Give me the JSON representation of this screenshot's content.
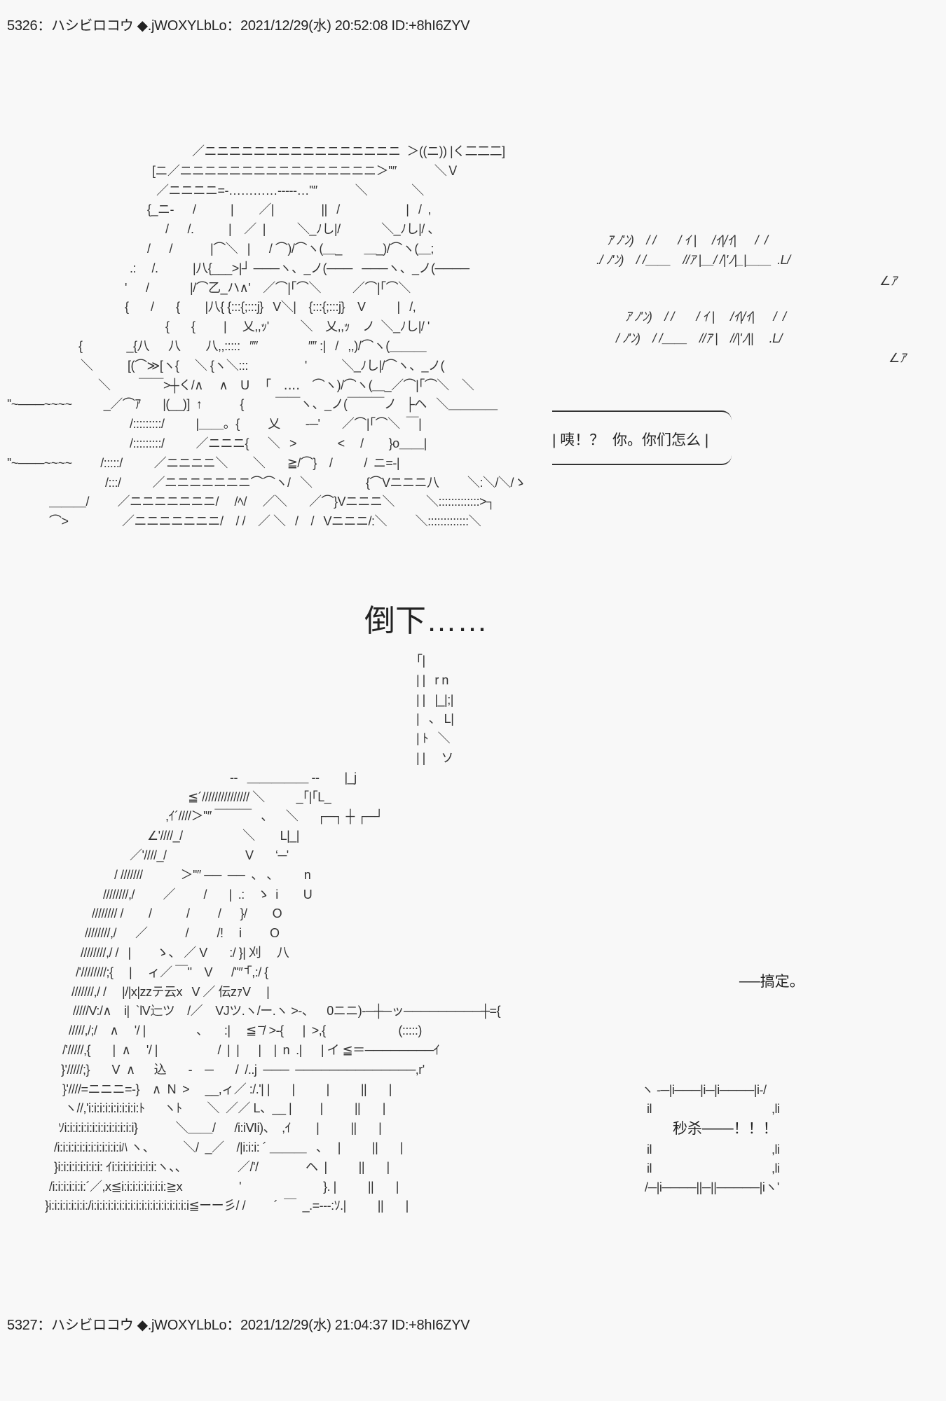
{
  "posts": [
    {
      "header": "5326：ハシビロコウ ◆.jWOXYLbLo：2021/12/29(水) 20:52:08 ID:+8hI6ZYV"
    },
    {
      "header": "5327：ハシビロコウ ◆.jWOXYLbLo：2021/12/29(水) 21:04:37 ID:+8hI6ZYV"
    }
  ],
  "speech_bubble": "| 咦！？  你。你们怎么 |",
  "caption_fall": "倒下……",
  "caption_done": "──搞定。",
  "caption_kill": "秒杀───！！！",
  "art_top": [
    "／ニニニニニニニニニニニニニニニニ  ＞((ニ)) |く二二二]",
    "[ニ／ニニニニニニニニニニニニニニニニ＞''″            ＼Ｖ",
    "／ニニニニ=‐…………‐‐‐‐‐…''″            ＼              ＼",
    "{_ニ-      /           |        ／|               ||   /                     |   /  ,",
    "/      /.           |    ／  |          ＼_ﾉし|/             ＼_ﾉし|/ 、",
    "/      /            |⌒＼   |      / ⌒)/⌒ヽ(＿_       ＿_)/⌒ヽ(＿;",
    ".:     /.           |八{___>|┘ ───ヽ、_ノ(───   ───ヽ、_ノ(────",
    "'      /             |/⌒乙_ハ∧'    ／⌒|｢⌒＼          ／⌒|｢⌒＼",
    "{       /       {        |八{ {:::{;:::j}   V＼|    {:::{;:::j}    V          |   /,",
    "{       {         |     乂,,ｯ'          ＼    乂,,ｯ    ノ  ＼_ﾉし|/ '",
    "{              _{八      八        八,,:::::   ″″                ″″ :|   /   ,,)/⌒ヽ(＿＿＿",
    "＼           [(⌒≫[ヽ{     ＼ {ヽ＼:::                  '           ＼_ﾉし|/⌒ヽ、_ノ(",
    "＼         ￣￣>┼く/∧     ∧    U     ｢    ‥‥    ⌒ヽ)/⌒ヽ(＿_／⌒|｢⌒＼    ＼",
    "''~───~~~~          _／⌒ｱ       |(__)]  ↑            {          ￣￣ヽ、_ノ(￣￣￣ノ   ├ヘ   ＼＿＿＿＿",
    "/:::::::::/          |＿＿。{         乂        ‐─'       ／⌒|｢⌒＼  ￣|",
    "/:::::::::/          ／ニニニ{      ＼   >             <     /        }o＿＿|",
    "''~───~~~~         /:::::/          ／ニニニニ＼        ＼       ≧/⌒}    /          /  ニ=-|",
    "/:::/          ／ニニニニニニニ⌒⌒ヽ/   ＼                 {⌒Vニニニ八         ＼:＼/＼/ゝ",
    "＿＿＿/         ／ニニニニニニニ/     /ﾍ/     ／＼       ／⌒}Vニニニ＼          ＼:::::::::::::>┐",
    "⌒>                 ／ニニニニニニニ/    / /    ／ ＼   /    /   Vニニニ/:＼         ＼:::::::::::::＼"
  ],
  "art_top_sign": [
    "ｱ ﾉ'ﾝ)    / /       / ｲ |     /ｲ|/ｲ|      /  /",
    "./ ﾉ'ﾝ)    / /＿＿    //ｱ |＿/ /|'ﾉ|_|＿＿  .L/",
    "∠ｱ",
    "ｱ ﾉ'ﾝ)    / /       / ｲ |     /ｲ|/ｲ|      /  /",
    "/ ﾉ'ﾝ)    / /＿＿    //ｱ |    //|'ﾉ||     .L/",
    "∠ｱ"
  ],
  "art_bottom": [
    "｢|",
    "| |   r n",
    "| |   |_|;|",
    "|   、 L|",
    "| ﾄ   ＼",
    "| |     ソ",
    "--   ＿＿＿＿＿ --        |_j",
    "≦´/////////////// ＼          _｢|｢L_",
    ",ｲ´////＞''″ ￣￣￣   、    ＼      ┌─┐ ┼ ┌─┘",
    "∠'////_/                   ＼        L|_|",
    "／'////_/                         V       ‘─'",
    "/ ///////            ＞''″ ──  ──  、 、        n",
    "////////,/         ／         /       |  .:    ゝ  i        U",
    "//////// /        /           /         /      }/        O",
    "////////,/      ／            /         /!     i         O",
    "////////,/ /   |        ゝ、 ／ V       :/ }| 刈     八",
    "/'////////;{     |     ィ／ ￣\"    V      /''″ ̄｢,:/ {",
    "///////,/ /     |/|x|zzテ云x   V ／ 伝zｧV     |",
    "/////V:/∧    i|  `lV辷ツ    /／    VJツ.ヽ/ー.ヽ >-、    0ニニ)-─┼─ッ─────────┼={",
    "/////,/;/    ∧     '/ |                、     :|     ≦ ̄ ̄/ >-{      |  >,{                       (:::::)",
    "/'/////,{       |  ∧     '/ |                   /  |  |      |    |  n  .|      | イ ≦＝────────ｲ",
    "}'/////;}       V  ∧      込       -    ─       /  /..j  ───  ──────────────,r'",
    "}'////=ニニニ=-}    ∧  N  >     __,ィ／ :/.'| |       |          |          ||       |",
    "ヽ//,'i:i:i:i:i:i:i:i:i:ﾄ      ヽﾄ        ＼  ／／ L、__ |         |          ||       |",
    "ｿi:i:i:i:i:i:i:i:i:i:i:i:i}            ＼＿＿/      /i:iⅥi)、  ,ｲ        |          ||       |",
    "/i:i:i:i:i:i:i:i:i:i:i:iﾊ ヽ、         ＼/  _／    /|i:i:i: ´ ＿＿＿   、   |          ||       |",
    "}i:i:i:i:i:i:i:i: ｲi:i:i:i:i:i:i:i:ヽ、、                ／/'/               ヘ  |          ||       |",
    "/i:i:i:i:i:i:´／,x≦i:i:i:i:i:i:i:i:≧x                  '                          }. |          ||       |",
    "}i:i:i:i:i:i:i:/i:i:i:i:i:i:i:i:i:i:i:i:i:i:i:i:i:i≦ーー彡/ /         ´  ￣  _.=---:ｿ.|          ||       |"
  ],
  "kill_box": [
    "ヽ -─|i───|i─|i────|i-/",
    "il                                      ,li",
    "il                                      ,li",
    "il                                      ,li",
    "/─|i────||─||─────|iヽ'"
  ]
}
